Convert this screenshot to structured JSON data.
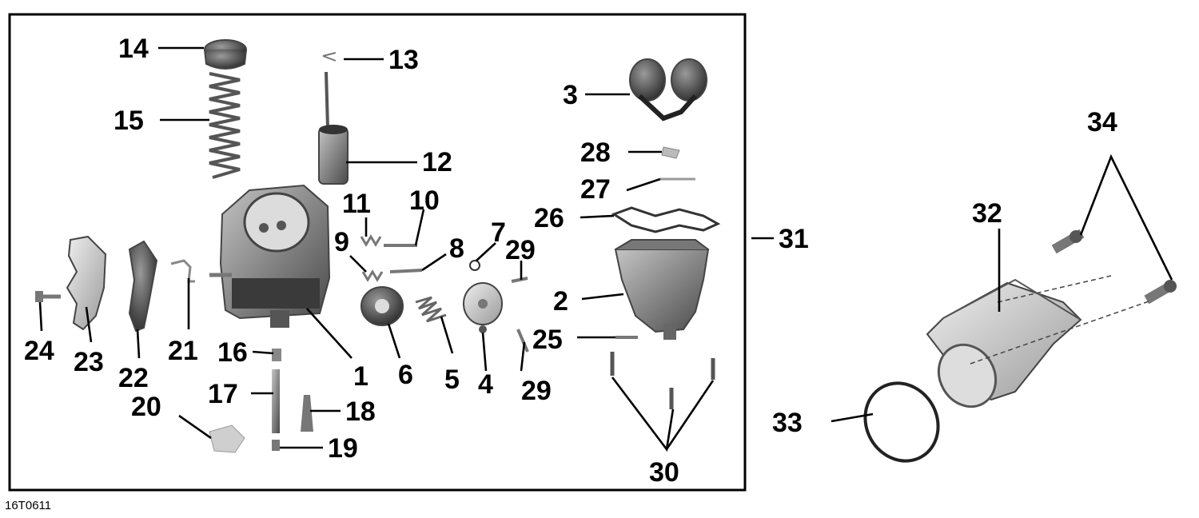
{
  "figure_code": "16T0611",
  "callouts": {
    "c1": "1",
    "c2": "2",
    "c3": "3",
    "c4": "4",
    "c5": "5",
    "c6": "6",
    "c7": "7",
    "c8": "8",
    "c9": "9",
    "c10": "10",
    "c11": "11",
    "c12": "12",
    "c13": "13",
    "c14": "14",
    "c15": "15",
    "c16": "16",
    "c17": "17",
    "c18": "18",
    "c19": "19",
    "c20": "20",
    "c21": "21",
    "c22": "22",
    "c23": "23",
    "c24": "24",
    "c25": "25",
    "c26": "26",
    "c27": "27",
    "c28": "28",
    "c29a": "29",
    "c29b": "29",
    "c30": "30",
    "c31": "31",
    "c32": "32",
    "c33": "33",
    "c34": "34"
  },
  "colors": {
    "frame": "#000000",
    "part_dark": "#2b2b2b",
    "part_mid": "#6d6d6d",
    "part_light": "#bdbdbd"
  }
}
